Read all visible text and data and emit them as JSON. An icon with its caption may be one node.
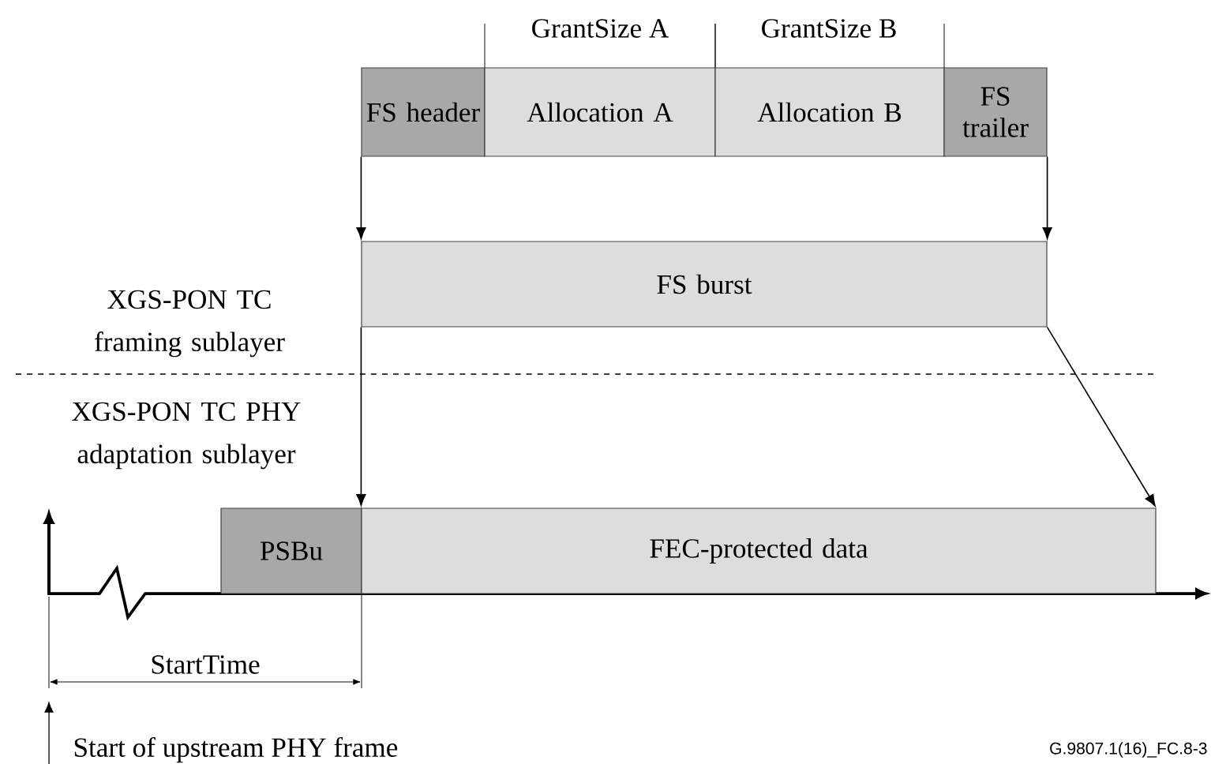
{
  "diagram": {
    "nodes": [
      {
        "text": [
          "FS header"
        ]
      },
      {
        "text": [
          "Allocation A"
        ]
      },
      {
        "text": [
          "Allocation B"
        ]
      },
      {
        "text": [
          "FS trailer"
        ]
      },
      {
        "text": [
          "FS burst"
        ]
      },
      {
        "text": [
          "PSBu"
        ]
      },
      {
        "text": [
          "FEC-protected data"
        ]
      }
    ],
    "edges": [
      {
        "from": 0,
        "to": 4,
        "arrow": "to"
      },
      {
        "from": 3,
        "to": 4,
        "arrow": "to"
      },
      {
        "from": 4,
        "to": 6,
        "arrow": "to"
      },
      {
        "from": 4,
        "to": 6,
        "arrow": "to"
      }
    ],
    "labels": [
      "GrantSize A",
      "GrantSize B",
      "XGS-PON TC framing sublayer",
      "XGS-PON TC PHY adaptation sublayer",
      "StartTime",
      "Start of upstream PHY frame",
      "G.9807.1(16)_FC.8-3"
    ]
  }
}
